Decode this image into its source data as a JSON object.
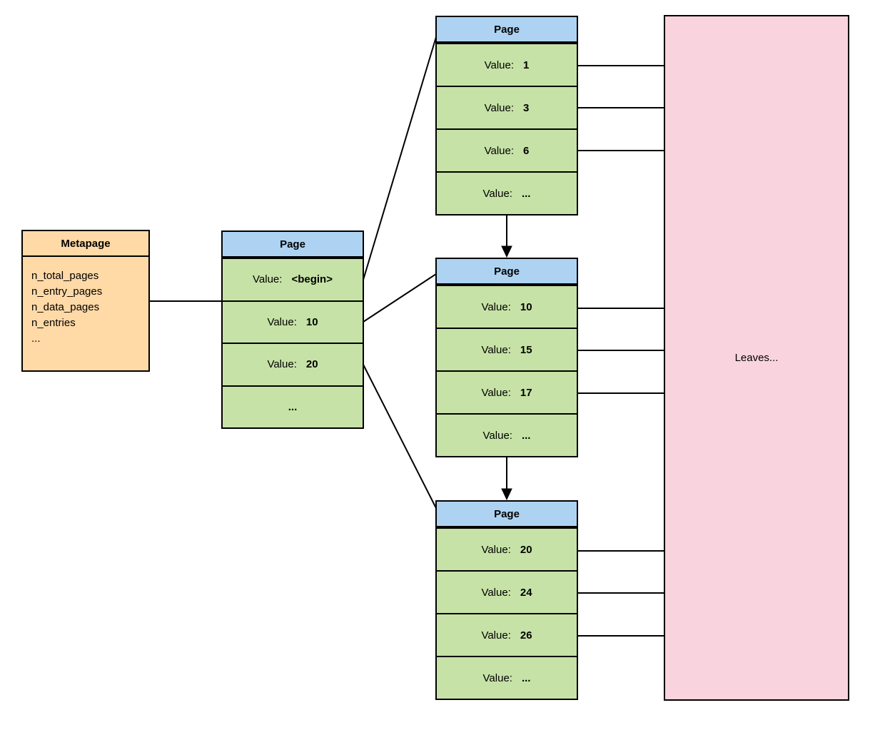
{
  "diagram": {
    "metapage": {
      "title": "Metapage",
      "fields": [
        "n_total_pages",
        "n_entry_pages",
        "n_data_pages",
        "n_entries",
        "..."
      ]
    },
    "entry_page": {
      "title": "Page",
      "rows": [
        {
          "label": "Value:",
          "value": "<begin>"
        },
        {
          "label": "Value:",
          "value": "10"
        },
        {
          "label": "Value:",
          "value": "20"
        },
        {
          "label": "",
          "value": "..."
        }
      ]
    },
    "data_pages": [
      {
        "title": "Page",
        "rows": [
          {
            "label": "Value:",
            "value": "1"
          },
          {
            "label": "Value:",
            "value": "3"
          },
          {
            "label": "Value:",
            "value": "6"
          },
          {
            "label": "Value:",
            "value": "..."
          }
        ]
      },
      {
        "title": "Page",
        "rows": [
          {
            "label": "Value:",
            "value": "10"
          },
          {
            "label": "Value:",
            "value": "15"
          },
          {
            "label": "Value:",
            "value": "17"
          },
          {
            "label": "Value:",
            "value": "..."
          }
        ]
      },
      {
        "title": "Page",
        "rows": [
          {
            "label": "Value:",
            "value": "20"
          },
          {
            "label": "Value:",
            "value": "24"
          },
          {
            "label": "Value:",
            "value": "26"
          },
          {
            "label": "Value:",
            "value": "..."
          }
        ]
      }
    ],
    "leaves": {
      "label": "Leaves..."
    }
  },
  "colors": {
    "page_header_blue": "#aed3f2",
    "page_cell_green": "#c6e2a6",
    "metapage_orange": "#ffd9a6",
    "leaves_pink": "#f9d4de",
    "line_black": "#000000"
  }
}
